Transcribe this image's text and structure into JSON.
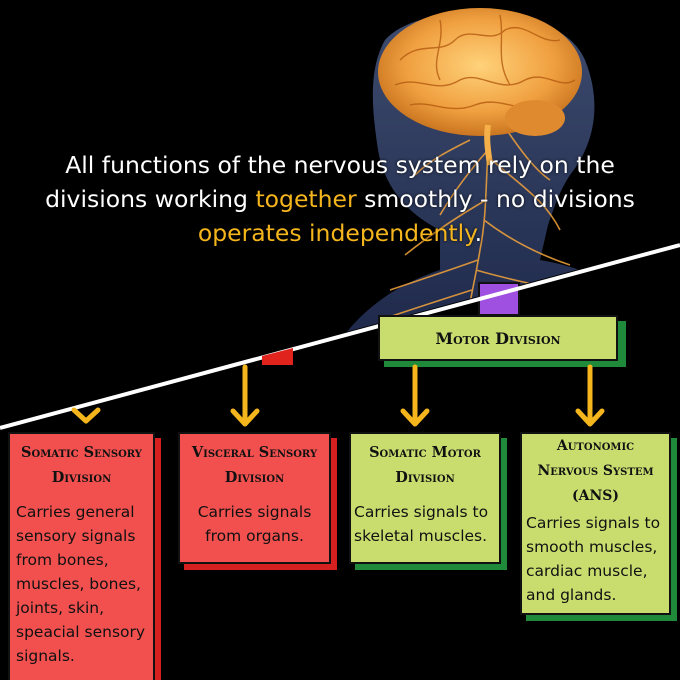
{
  "caption": {
    "part1": "All functions of the nervous system rely on the divisions working ",
    "highlight1": "together",
    "part2": " smoothly - no divisions ",
    "highlight2": "operates independently",
    "part3": "."
  },
  "motor_division": {
    "label": "Motor Division"
  },
  "divisions": [
    {
      "title": "Somatic Sensory Division",
      "body": "Carries general sensory signals from bones, muscles, bones, joints, skin, speacial sensory signals."
    },
    {
      "title": "Visceral Sensory Division",
      "body": "Carries signals from  organs."
    },
    {
      "title": "Somatic Motor Division",
      "body": "Carries signals to skeletal muscles."
    },
    {
      "title": "Autonomic Nervous System (ANS)",
      "body": "Carries  signals to smooth  muscles, cardiac muscle, and glands."
    }
  ],
  "colors": {
    "sensory": "#f1504f",
    "motor": "#c9dd6f",
    "arrow": "#f5b51c",
    "highlight": "#f5b51c",
    "shadow_red": "#d61f1f",
    "shadow_green": "#1e8a3a",
    "top_connector": "#a050e0"
  }
}
